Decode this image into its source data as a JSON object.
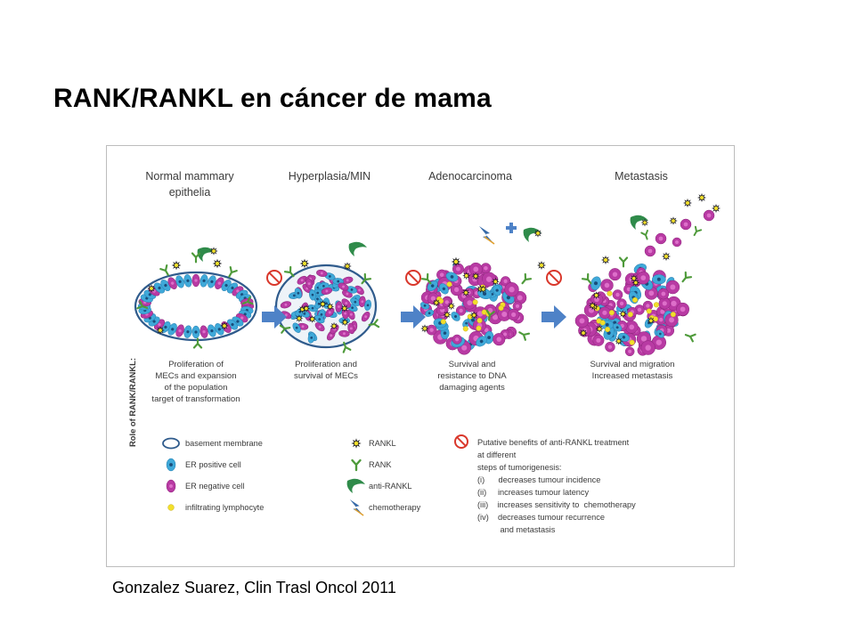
{
  "slide": {
    "title": "RANK/RANKL en cáncer de mama",
    "citation": "Gonzalez Suarez, Clin Trasl Oncol 2011"
  },
  "figure": {
    "side_label": "Role of RANK/RANKL:",
    "stages": [
      {
        "title_lines": [
          "Normal mammary",
          "epithelia"
        ],
        "caption_lines": [
          "Proliferation of",
          "MECs and expansion",
          "of the population",
          "target of transformation"
        ]
      },
      {
        "title_lines": [
          "Hyperplasia/MIN"
        ],
        "caption_lines": [
          "Proliferation and",
          "survival of MECs"
        ]
      },
      {
        "title_lines": [
          "Adenocarcinoma"
        ],
        "caption_lines": [
          "Survival and",
          "resistance to DNA",
          "damaging agents"
        ]
      },
      {
        "title_lines": [
          "Metastasis"
        ],
        "caption_lines": [
          "Survival and migration",
          "Increased metastasis"
        ]
      }
    ],
    "legend_cells": [
      {
        "label": "basement membrane",
        "icon": "basement-membrane-icon"
      },
      {
        "label": "ER positive cell",
        "icon": "er-positive-cell-icon"
      },
      {
        "label": "ER negative cell",
        "icon": "er-negative-cell-icon"
      },
      {
        "label": "infiltrating  lymphocyte",
        "icon": "lymphocyte-icon"
      }
    ],
    "legend_molecules": [
      {
        "label": "RANKL",
        "icon": "rankl-icon"
      },
      {
        "label": "RANK",
        "icon": "rank-icon"
      },
      {
        "label": "anti-RANKL",
        "icon": "anti-rankl-icon"
      },
      {
        "label": "chemotherapy",
        "icon": "chemotherapy-icon"
      }
    ],
    "benefits_lines": [
      "Putative benefits of anti-RANKL treatment",
      "at different",
      "steps of tumorigenesis:",
      "(i)      decreases tumour incidence",
      "(ii)     increases tumour latency",
      "(iii)    increases sensitivity to  chemotherapy",
      "(iv)    decreases tumour recurrence",
      "          and metastasis"
    ],
    "colors": {
      "er_positive": "#3fa9d9",
      "er_negative": "#b83aa3",
      "er_negative_light": "#dd6fc9",
      "lymphocyte": "#f2df2b",
      "membrane": "#2f5b8c",
      "arrow": "#4e82c7",
      "inhibit": "#d9372b",
      "rank": "#4e9a3a",
      "anti_rankl": "#2f8b4a",
      "lightning": "#3569a8"
    }
  }
}
